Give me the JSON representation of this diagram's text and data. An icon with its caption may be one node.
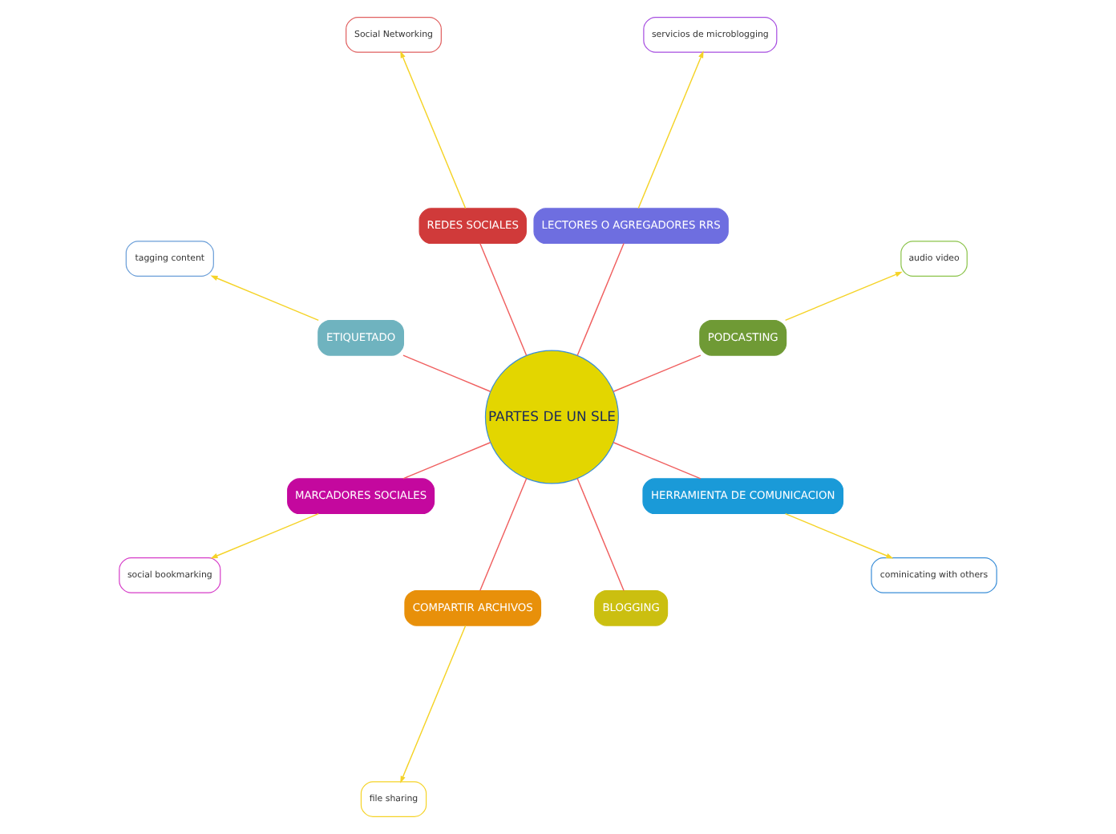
{
  "diagram": {
    "nodes": [
      {
        "text": [
          "PARTES DE UN SLE"
        ]
      },
      {
        "text": [
          "PODCASTING"
        ]
      },
      {
        "text": [
          "audio video"
        ]
      },
      {
        "text": [
          "LECTORES O AGREGADORES RRS"
        ]
      },
      {
        "text": [
          "servicios de microblogging"
        ]
      },
      {
        "text": [
          "REDES SOCIALES"
        ]
      },
      {
        "text": [
          "Social Networking"
        ]
      },
      {
        "text": [
          "ETIQUETADO"
        ]
      },
      {
        "text": [
          "tagging content"
        ]
      },
      {
        "text": [
          "MARCADORES SOCIALES"
        ]
      },
      {
        "text": [
          "social bookmarking"
        ]
      },
      {
        "text": [
          "COMPARTIR ARCHIVOS"
        ]
      },
      {
        "text": [
          "file sharing"
        ]
      },
      {
        "text": [
          "BLOGGING"
        ]
      },
      {
        "text": [
          "HERRAMIENTA DE COMUNICACION"
        ]
      },
      {
        "text": [
          "cominicating with others"
        ]
      }
    ],
    "edges": [
      {
        "from": 0,
        "to": 1,
        "arrow": "none"
      },
      {
        "from": 1,
        "to": 2,
        "arrow": "to",
        "color": "#f5d327"
      },
      {
        "from": 0,
        "to": 3,
        "arrow": "none"
      },
      {
        "from": 3,
        "to": 4,
        "arrow": "to",
        "color": "#f5d327"
      },
      {
        "from": 0,
        "to": 5,
        "arrow": "none"
      },
      {
        "from": 5,
        "to": 6,
        "arrow": "to",
        "color": "#f5d327"
      },
      {
        "from": 0,
        "to": 7,
        "arrow": "none"
      },
      {
        "from": 7,
        "to": 8,
        "arrow": "to",
        "color": "#f5d327"
      },
      {
        "from": 0,
        "to": 9,
        "arrow": "none"
      },
      {
        "from": 9,
        "to": 10,
        "arrow": "to",
        "color": "#f5d327"
      },
      {
        "from": 0,
        "to": 11,
        "arrow": "none"
      },
      {
        "from": 11,
        "to": 12,
        "arrow": "to",
        "color": "#f5d327"
      },
      {
        "from": 0,
        "to": 13,
        "arrow": "none"
      },
      {
        "from": 0,
        "to": 14,
        "arrow": "none"
      },
      {
        "from": 14,
        "to": 15,
        "arrow": "to",
        "color": "#f5d327"
      }
    ]
  }
}
